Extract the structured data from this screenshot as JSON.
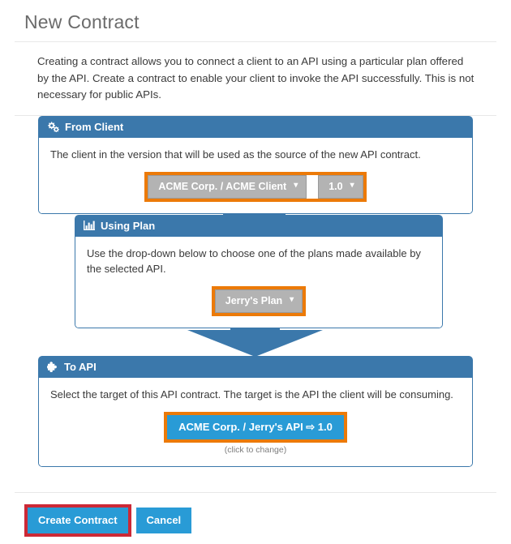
{
  "page": {
    "title": "New Contract",
    "intro": "Creating a contract allows you to connect a client to an API using a particular plan offered by the API. Create a contract to enable your client to invoke the API successfully. This is not necessary for public APIs."
  },
  "colors": {
    "panel_blue": "#3b78ab",
    "button_blue": "#299bd6",
    "highlight_orange": "#ec7a08",
    "highlight_red": "#cc2936",
    "dropdown_gray": "#b3b3b3"
  },
  "from_client": {
    "icon": "cogs-icon",
    "heading": "From Client",
    "description": "The client in the version that will be used as the source of the new API contract.",
    "client_select": {
      "value": "ACME Corp. / ACME Client",
      "caret": "⌄"
    },
    "version_select": {
      "value": "1.0",
      "caret": "⌄"
    }
  },
  "using_plan": {
    "icon": "bar-chart-icon",
    "heading": "Using Plan",
    "description": "Use the drop-down below to choose one of the plans made available by the selected API.",
    "plan_select": {
      "value": "Jerry's Plan",
      "caret": "⌄"
    }
  },
  "to_api": {
    "icon": "puzzle-piece-icon",
    "heading": "To API",
    "description": "Select the target of this API contract. The target is the API the client will be consuming.",
    "target_button": "ACME Corp. / Jerry's API ⇨ 1.0",
    "hint": "(click to change)"
  },
  "footer": {
    "create_label": "Create Contract",
    "cancel_label": "Cancel"
  }
}
